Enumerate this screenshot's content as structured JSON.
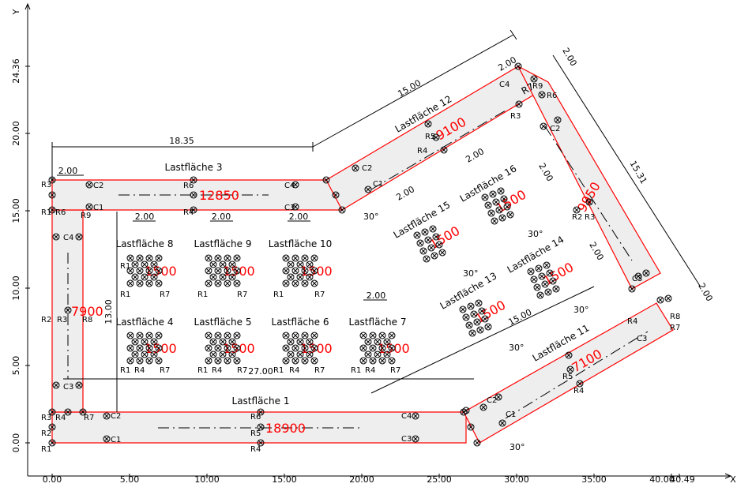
{
  "axes": {
    "x_name": "X",
    "y_name": "Y",
    "x_ticks": [
      "0.00",
      "5.00",
      "10.00",
      "15.00",
      "20.00",
      "25.00",
      "30.00",
      "35.00",
      "40.00"
    ],
    "x_tick_end": "40.49",
    "y_ticks": [
      "0.00",
      "5.00",
      "10.00",
      "15.00",
      "20.00"
    ],
    "y_tick_end": "24.36"
  },
  "dimensions": {
    "d_18_35": "18.35",
    "d_15_00_top": "15.00",
    "d_15_31": "15.31",
    "d_13_00": "13.00",
    "d_27_00": "27.00",
    "d_15_00_mid": "15.00",
    "d_2_00": "2.00",
    "angle_30": "30°"
  },
  "load_areas": {
    "la1": {
      "label": "Lastfläche 1",
      "value": "18900"
    },
    "la2": {
      "value": "7900"
    },
    "la3": {
      "label": "Lastfläche 3",
      "value": "12850"
    },
    "la4": {
      "label": "Lastfläche 4",
      "value": "1500"
    },
    "la5": {
      "label": "Lastfläche 5",
      "value": "1500"
    },
    "la6": {
      "label": "Lastfläche 6",
      "value": "1500"
    },
    "la7": {
      "label": "Lastfläche 7",
      "value": "1500"
    },
    "la8": {
      "label": "Lastfläche 8",
      "value": "1500"
    },
    "la9": {
      "label": "Lastfläche 9",
      "value": "1500"
    },
    "la10": {
      "label": "Lastfläche 10",
      "value": "1500"
    },
    "la11": {
      "label": "Lastfläche 11",
      "value": "7100"
    },
    "la12": {
      "label": "Lastfläche 12",
      "value": "9100"
    },
    "la13": {
      "label": "Lastfläche 13",
      "value": "1500"
    },
    "la14": {
      "label": "Lastfläche 14",
      "value": "1500"
    },
    "la15": {
      "label": "Lastfläche 15",
      "value": "1500"
    },
    "la16": {
      "label": "Lastfläche 16",
      "value": "1500"
    },
    "la17": {
      "value": "9950"
    }
  },
  "point_labels": {
    "R1": "R1",
    "R2": "R2",
    "R3": "R3",
    "R4": "R4",
    "R5": "R5",
    "R6": "R6",
    "R7": "R7",
    "R8": "R8",
    "R9": "R9",
    "C1": "C1",
    "C2": "C2",
    "C3": "C3",
    "C4": "C4"
  },
  "colors": {
    "outline": "#ff0000",
    "fill": "#eeeeee",
    "line": "#000000",
    "value_text": "#ff0000"
  }
}
